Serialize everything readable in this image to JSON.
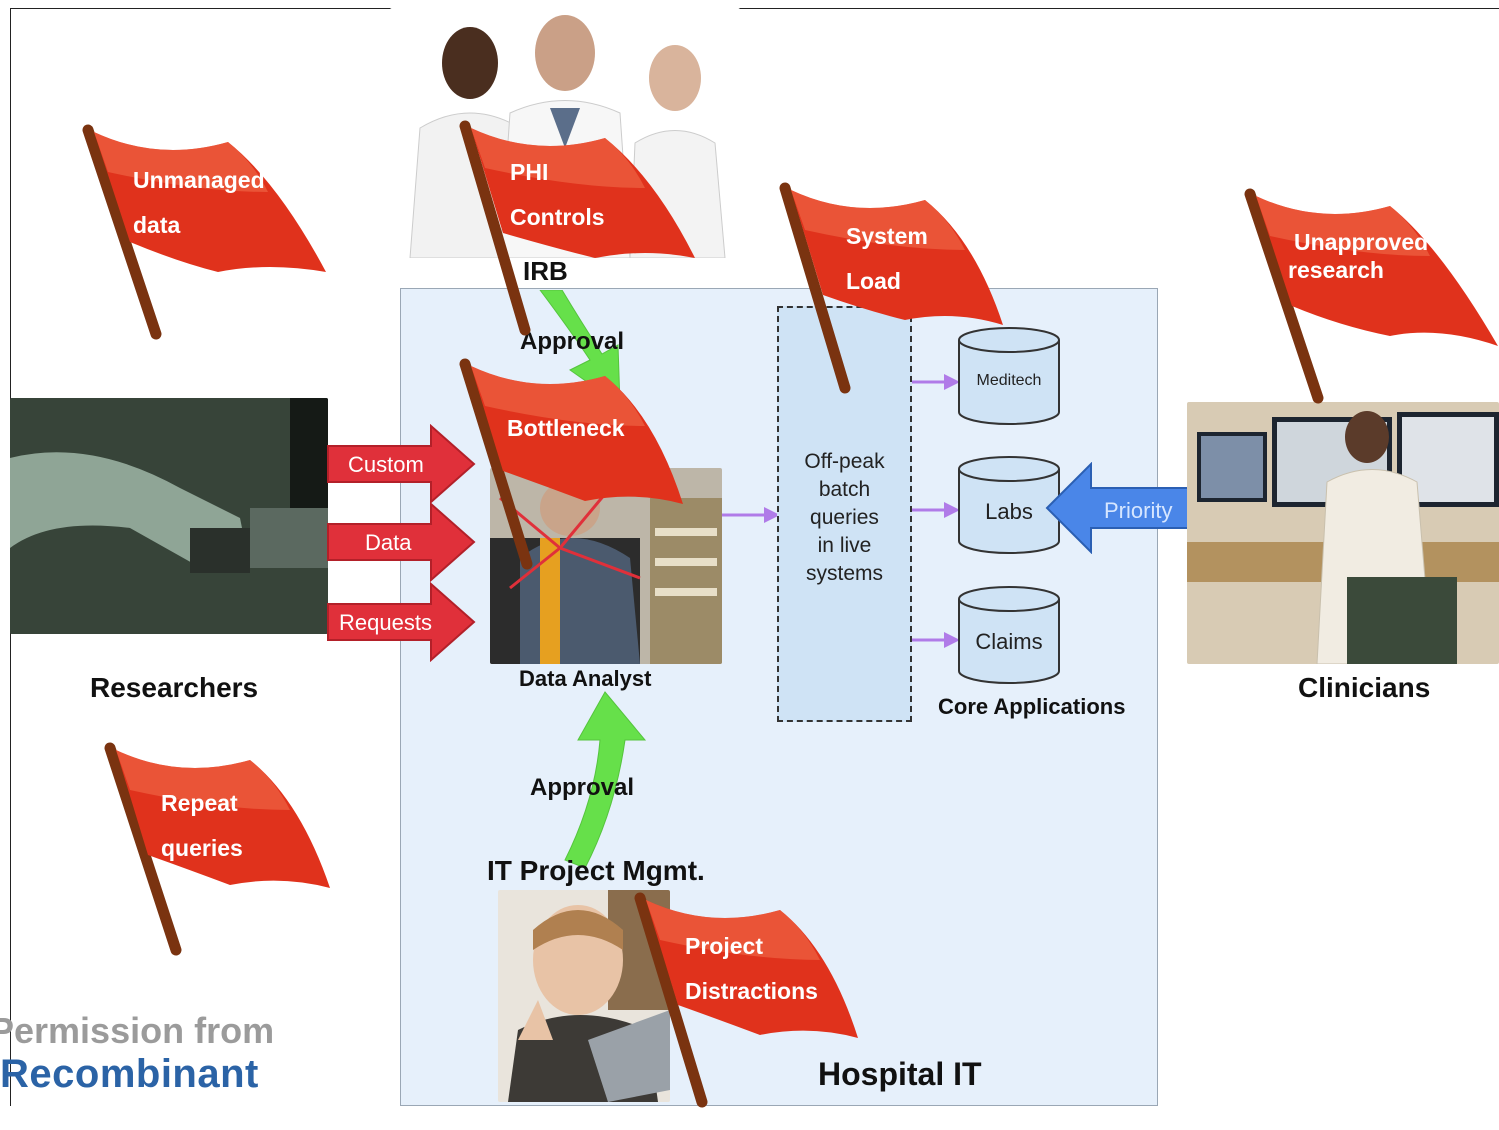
{
  "diagram": {
    "labels": {
      "irb": "IRB",
      "approval_top": "Approval",
      "approval_bottom": "Approval",
      "data_analyst": "Data Analyst",
      "researchers": "Researchers",
      "clinicians": "Clinicians",
      "core_applications": "Core Applications",
      "it_project_mgmt": "IT Project Mgmt.",
      "hospital_it": "Hospital IT",
      "offpeak": [
        "Off-peak",
        "batch",
        "queries",
        "in live",
        "systems"
      ],
      "priority": "Priority"
    },
    "request_arrows": [
      "Custom",
      "Data",
      "Requests"
    ],
    "databases": [
      "Meditech",
      "Labs",
      "Claims"
    ],
    "flags": {
      "unmanaged": [
        "Unmanaged",
        "data"
      ],
      "phi": [
        "PHI",
        "Controls"
      ],
      "system_load": [
        "System",
        "Load"
      ],
      "unapproved": [
        "Unapproved",
        "research"
      ],
      "bottleneck": [
        "Bottleneck"
      ],
      "repeat": [
        "Repeat",
        "queries"
      ],
      "project": [
        "Project",
        "Distractions"
      ]
    },
    "credit": {
      "line1": "Permission from",
      "line2": "Recombinant"
    }
  },
  "colors": {
    "flag_red": "#e0321c",
    "pole": "#8a3a12",
    "request_arrow": "#e0303a",
    "approval_green": "#66e04a",
    "priority_blue": "#4a86e8",
    "connector_purple": "#b07be8",
    "credit_blue": "#2b63a6"
  }
}
